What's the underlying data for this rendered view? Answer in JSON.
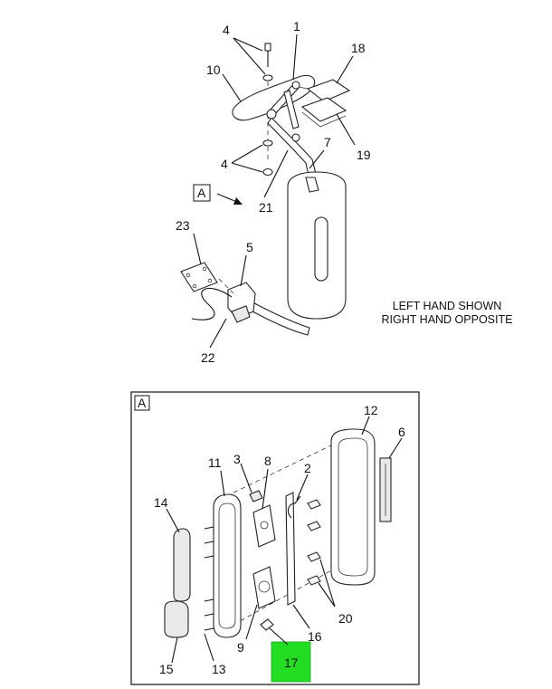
{
  "labels": {
    "l1": "1",
    "l4a": "4",
    "l4b": "4",
    "l7": "7",
    "l10": "10",
    "l18": "18",
    "l19": "19",
    "l21": "21",
    "l23": "23",
    "l5": "5",
    "l22": "22",
    "l12": "12",
    "l6": "6",
    "l11": "11",
    "l3": "3",
    "l8": "8",
    "l2": "2",
    "l14": "14",
    "l20": "20",
    "l16": "16",
    "l9": "9",
    "l15": "15",
    "l13": "13",
    "l17": "17"
  },
  "view_ref": "A",
  "detail_ref": "A",
  "note": {
    "line1": "LEFT HAND SHOWN",
    "line2": "RIGHT HAND OPPOSITE"
  },
  "highlight_color": "#22dd22"
}
